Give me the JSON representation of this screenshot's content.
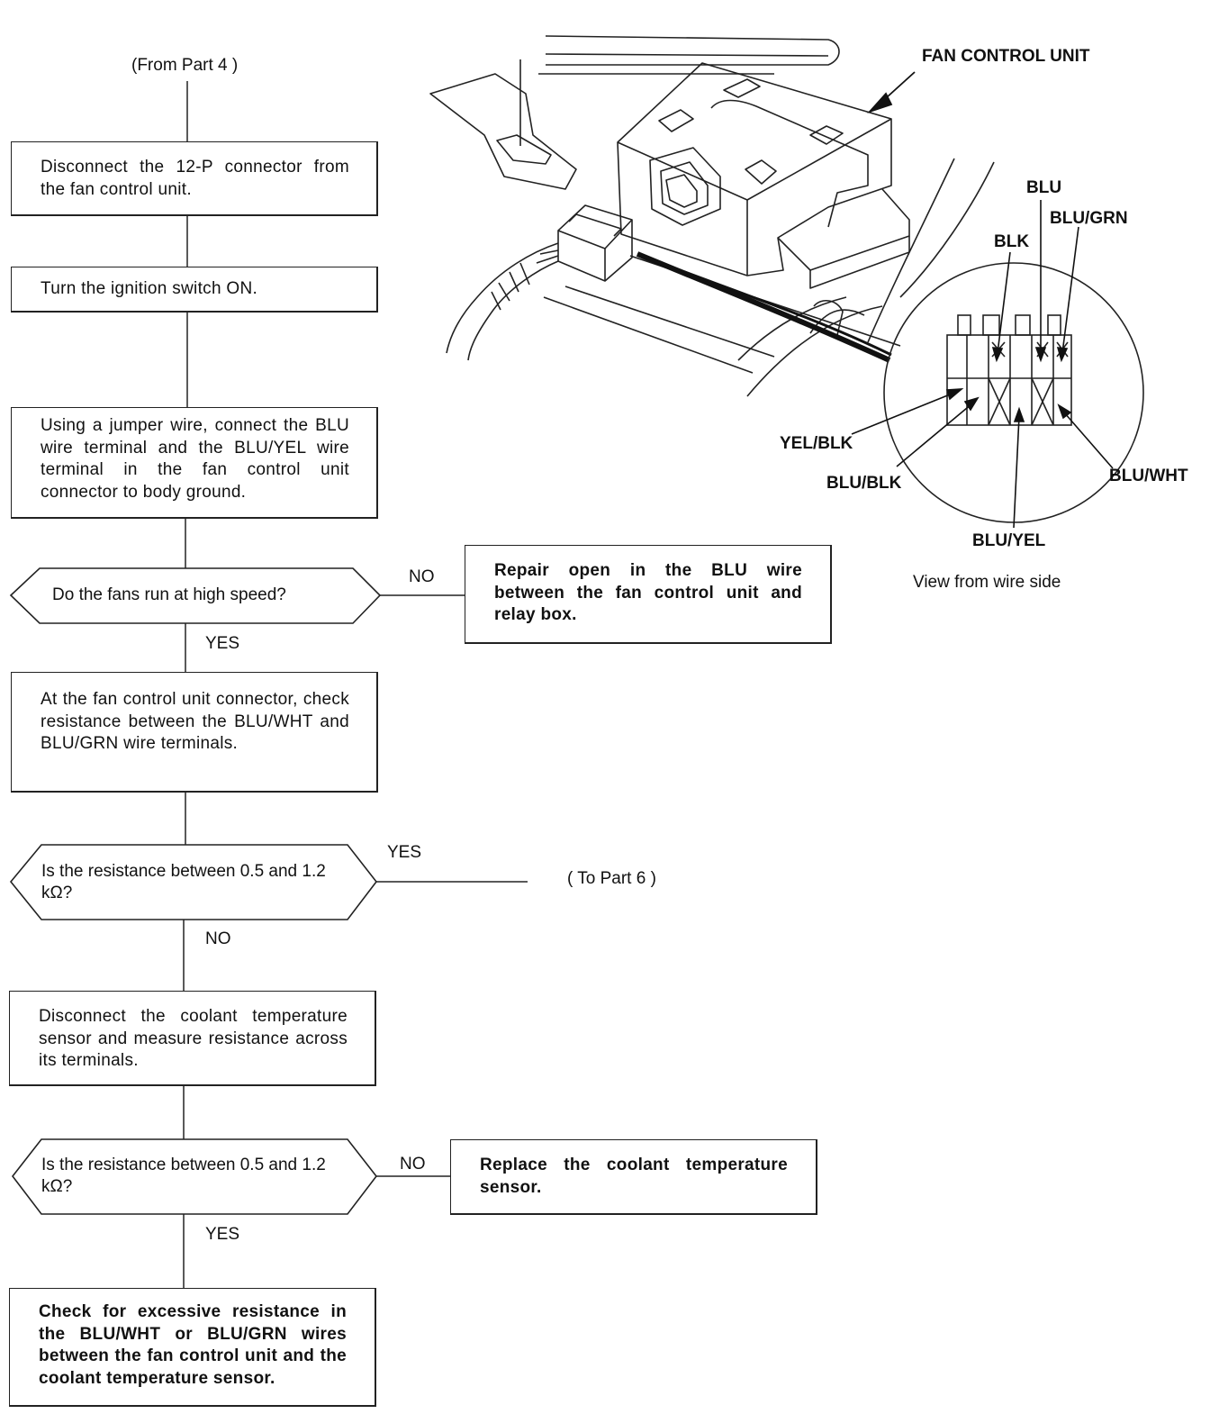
{
  "flow": {
    "from": "(From Part 4 )",
    "step1": "Disconnect the 12-P connector from the fan control unit.",
    "step2": "Turn the ignition switch ON.",
    "step3": "Using a jumper wire, connect the BLU wire terminal and the BLU/YEL wire terminal in the fan control unit connector to body ground.",
    "q1": "Do the fans run at high speed?",
    "q1_no_label": "NO",
    "q1_no_action": "Repair open in the BLU wire between the fan control unit and relay box.",
    "q1_yes_label": "YES",
    "step4": "At the fan control unit connector, check resistance between the BLU/WHT and BLU/GRN wire terminals.",
    "q2": "Is the resistance between 0.5 and 1.2 kΩ?",
    "q2_yes_label": "YES",
    "q2_yes_target": "( To Part 6 )",
    "q2_no_label": "NO",
    "step5": "Disconnect the coolant temperature sensor and measure resistance across its terminals.",
    "q3": "Is the resistance between 0.5 and 1.2 kΩ?",
    "q3_no_label": "NO",
    "q3_no_action": "Replace the coolant temperature sensor.",
    "q3_yes_label": "YES",
    "final": "Check for excessive resistance in the BLU/WHT or BLU/GRN wires between the fan control unit and the coolant temperature sensor."
  },
  "illustration": {
    "unit_label": "FAN CONTROL UNIT",
    "wires": {
      "blu": "BLU",
      "blu_grn": "BLU/GRN",
      "blk": "BLK",
      "yel_blk": "YEL/BLK",
      "blu_blk": "BLU/BLK",
      "blu_wht": "BLU/WHT",
      "blu_yel": "BLU/YEL"
    },
    "caption": "View from wire side"
  }
}
